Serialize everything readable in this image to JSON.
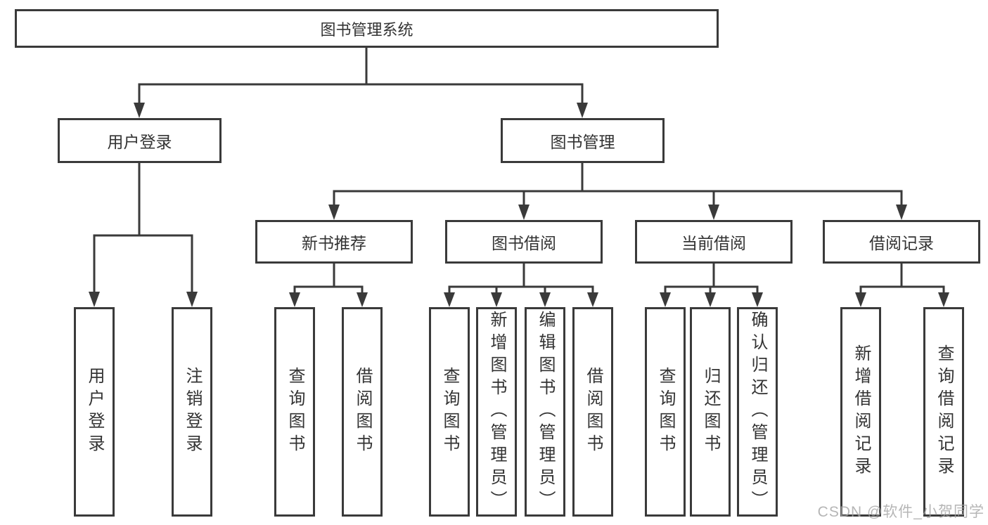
{
  "diagram": {
    "root": {
      "label": "图书管理系统",
      "children": [
        {
          "label": "用户登录",
          "children": [
            {
              "label": "用户登录"
            },
            {
              "label": "注销登录"
            }
          ]
        },
        {
          "label": "图书管理",
          "children": [
            {
              "label": "新书推荐",
              "children": [
                {
                  "label": "查询图书"
                },
                {
                  "label": "借阅图书"
                }
              ]
            },
            {
              "label": "图书借阅",
              "children": [
                {
                  "label": "查询图书"
                },
                {
                  "label": "新增图书（管理员）"
                },
                {
                  "label": "编辑图书（管理员）"
                },
                {
                  "label": "借阅图书"
                }
              ]
            },
            {
              "label": "当前借阅",
              "children": [
                {
                  "label": "查询图书"
                },
                {
                  "label": "归还图书"
                },
                {
                  "label": "确认归还（管理员）"
                }
              ]
            },
            {
              "label": "借阅记录",
              "children": [
                {
                  "label": "新增借阅记录"
                },
                {
                  "label": "查询借阅记录"
                }
              ]
            }
          ]
        }
      ]
    },
    "watermark": "CSDN @软件_小贺同学",
    "colors": {
      "line": "#3a3a3a",
      "text": "#333333",
      "background": "#ffffff",
      "watermark": "#a4a4a4"
    }
  }
}
